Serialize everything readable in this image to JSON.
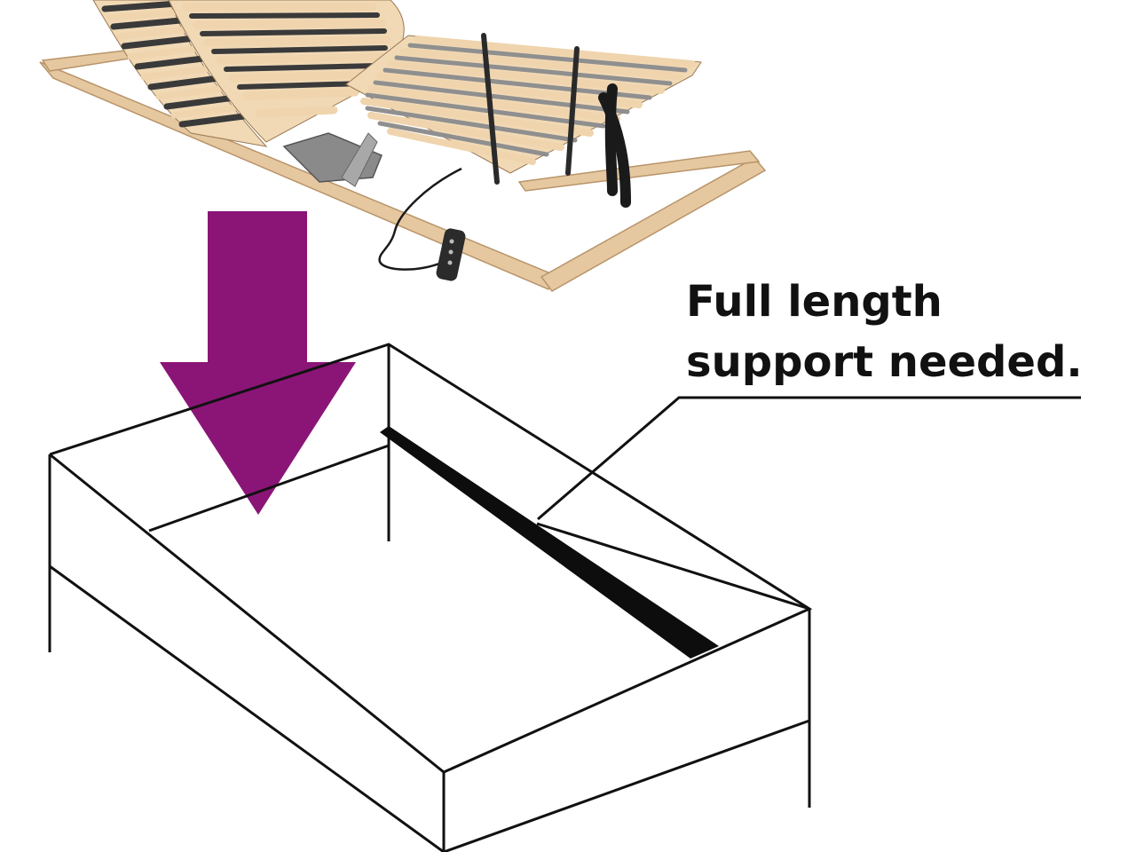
{
  "callout": {
    "line1": "Full length",
    "line2": "support needed."
  },
  "colors": {
    "arrow": "#8b1577",
    "outline": "#111111",
    "support_bar": "#0d0d0d",
    "wood": "#e3c39a",
    "slat_light": "#efd4ad",
    "slat_dark": "#3a3a3a",
    "slat_grey": "#9a9a9a",
    "strap": "#1a1a1a"
  },
  "icons": {
    "slatted_frame": "adjustable-slatted-bed-frame-illustration",
    "arrow": "down-arrow",
    "bed_base": "bed-box-base-outline"
  }
}
